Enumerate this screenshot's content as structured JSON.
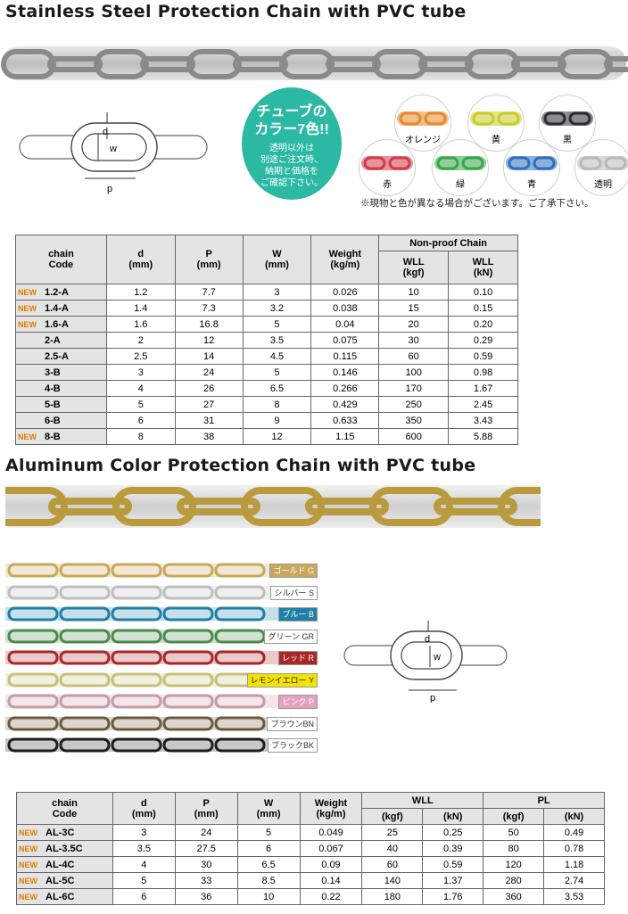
{
  "section1": {
    "title": "Stainless Steel Protection Chain with PVC tube",
    "diagram": {
      "d": "d",
      "w": "w",
      "p": "p"
    },
    "bubble": {
      "heading1": "チューブの",
      "heading2": "カラー7色!!",
      "body": [
        "透明以外は",
        "別途ご注文時、",
        "納期と価格を",
        "ご確認下さい。"
      ]
    },
    "colors": [
      {
        "label": "オレンジ",
        "color": "#e7892b"
      },
      {
        "label": "黄",
        "color": "#c9cc27"
      },
      {
        "label": "黒",
        "color": "#2b2b35"
      },
      {
        "label": "赤",
        "color": "#d33a4a"
      },
      {
        "label": "緑",
        "color": "#38a64a"
      },
      {
        "label": "青",
        "color": "#2f6fc0"
      },
      {
        "label": "透明",
        "color": "#b9b9b9"
      }
    ],
    "color_note": "※現物と色が異なる場合がございます。ご了承下さい。",
    "table": {
      "headers": {
        "code": [
          "chain",
          "Code"
        ],
        "d": [
          "d",
          "(mm)"
        ],
        "p": [
          "P",
          "(mm)"
        ],
        "w": [
          "W",
          "(mm)"
        ],
        "weight": [
          "Weight",
          "(kg/m)"
        ],
        "group": "Non-proof Chain",
        "wll1": [
          "WLL",
          "(kgf)"
        ],
        "wll2": [
          "WLL",
          "(kN)"
        ]
      },
      "rows": [
        {
          "new": "NEW",
          "code": "1.2-A",
          "d": "1.2",
          "p": "7.7",
          "w": "3",
          "weight": "0.026",
          "kgf": "10",
          "kn": "0.10"
        },
        {
          "new": "NEW",
          "code": "1.4-A",
          "d": "1.4",
          "p": "7.3",
          "w": "3.2",
          "weight": "0.038",
          "kgf": "15",
          "kn": "0.15"
        },
        {
          "new": "NEW",
          "code": "1.6-A",
          "d": "1.6",
          "p": "16.8",
          "w": "5",
          "weight": "0.04",
          "kgf": "20",
          "kn": "0.20"
        },
        {
          "new": "",
          "code": "2-A",
          "d": "2",
          "p": "12",
          "w": "3.5",
          "weight": "0.075",
          "kgf": "30",
          "kn": "0.29"
        },
        {
          "new": "",
          "code": "2.5-A",
          "d": "2.5",
          "p": "14",
          "w": "4.5",
          "weight": "0.115",
          "kgf": "60",
          "kn": "0.59"
        },
        {
          "new": "",
          "code": "3-B",
          "d": "3",
          "p": "24",
          "w": "5",
          "weight": "0.146",
          "kgf": "100",
          "kn": "0.98"
        },
        {
          "new": "",
          "code": "4-B",
          "d": "4",
          "p": "26",
          "w": "6.5",
          "weight": "0.266",
          "kgf": "170",
          "kn": "1.67"
        },
        {
          "new": "",
          "code": "5-B",
          "d": "5",
          "p": "27",
          "w": "8",
          "weight": "0.429",
          "kgf": "250",
          "kn": "2.45"
        },
        {
          "new": "",
          "code": "6-B",
          "d": "6",
          "p": "31",
          "w": "9",
          "weight": "0.633",
          "kgf": "350",
          "kn": "3.43"
        },
        {
          "new": "NEW",
          "code": "8-B",
          "d": "8",
          "p": "38",
          "w": "12",
          "weight": "1.15",
          "kgf": "600",
          "kn": "5.88"
        }
      ]
    }
  },
  "section2": {
    "title": "Aluminum Color Protection Chain with PVC tube",
    "diagram": {
      "d": "d",
      "w": "w",
      "p": "p"
    },
    "chain_colors": [
      {
        "label": "ゴールド G",
        "chain": "#c8a85a",
        "tag_bg": "#c8a85a",
        "tag_fg": "#fff"
      },
      {
        "label": "シルバー S",
        "chain": "#bfbfbf",
        "tag_bg": "#ffffff",
        "tag_fg": "#333"
      },
      {
        "label": "ブルー B",
        "chain": "#1e7fa8",
        "tag_bg": "#1e7fa8",
        "tag_fg": "#fff"
      },
      {
        "label": "グリーン GR",
        "chain": "#4a8a4a",
        "tag_bg": "#ffffff",
        "tag_fg": "#333"
      },
      {
        "label": "レッド R",
        "chain": "#a8282a",
        "tag_bg": "#a8282a",
        "tag_fg": "#fff"
      },
      {
        "label": "レモンイエロー Y",
        "chain": "#c8bf78",
        "tag_bg": "#f3e300",
        "tag_fg": "#222"
      },
      {
        "label": "ピンク P",
        "chain": "#c89aa8",
        "tag_bg": "#e5a0c0",
        "tag_fg": "#fff"
      },
      {
        "label": "ブラウンBN",
        "chain": "#6e5a3a",
        "tag_bg": "#ffffff",
        "tag_fg": "#333"
      },
      {
        "label": "ブラックBK",
        "chain": "#1e1e1e",
        "tag_bg": "#ffffff",
        "tag_fg": "#333"
      }
    ],
    "table": {
      "headers": {
        "code": [
          "chain",
          "Code"
        ],
        "d": [
          "d",
          "(mm)"
        ],
        "p": [
          "P",
          "(mm)"
        ],
        "w": [
          "W",
          "(mm)"
        ],
        "weight": [
          "Weight",
          "(kg/m)"
        ],
        "wll": "WLL",
        "pl": "PL",
        "kgf": "(kgf)",
        "kn": "(kN)"
      },
      "rows": [
        {
          "new": "NEW",
          "code": "AL-3C",
          "d": "3",
          "p": "24",
          "w": "5",
          "weight": "0.049",
          "wll_kgf": "25",
          "wll_kn": "0.25",
          "pl_kgf": "50",
          "pl_kn": "0.49"
        },
        {
          "new": "NEW",
          "code": "AL-3.5C",
          "d": "3.5",
          "p": "27.5",
          "w": "6",
          "weight": "0.067",
          "wll_kgf": "40",
          "wll_kn": "0.39",
          "pl_kgf": "80",
          "pl_kn": "0.78"
        },
        {
          "new": "NEW",
          "code": "AL-4C",
          "d": "4",
          "p": "30",
          "w": "6.5",
          "weight": "0.09",
          "wll_kgf": "60",
          "wll_kn": "0.59",
          "pl_kgf": "120",
          "pl_kn": "1.18"
        },
        {
          "new": "NEW",
          "code": "AL-5C",
          "d": "5",
          "p": "33",
          "w": "8.5",
          "weight": "0.14",
          "wll_kgf": "140",
          "wll_kn": "1.37",
          "pl_kgf": "280",
          "pl_kn": "2.74"
        },
        {
          "new": "NEW",
          "code": "AL-6C",
          "d": "6",
          "p": "36",
          "w": "10",
          "weight": "0.22",
          "wll_kgf": "180",
          "wll_kn": "1.76",
          "pl_kgf": "360",
          "pl_kn": "3.53"
        }
      ]
    }
  }
}
